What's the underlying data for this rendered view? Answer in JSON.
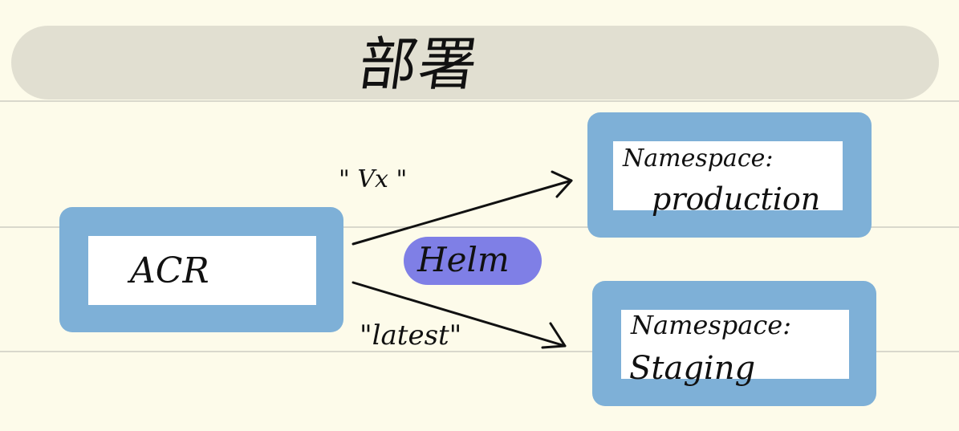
{
  "header": {
    "title": "部署"
  },
  "source": {
    "label": "ACR"
  },
  "targets": [
    {
      "label_line1": "Namespace:",
      "label_line2": "production"
    },
    {
      "label_line1": "Namespace:",
      "label_line2": "Staging"
    }
  ],
  "edges": [
    {
      "label": "\" Vx \""
    },
    {
      "label": "\"latest\""
    }
  ],
  "tool": {
    "label": "Helm"
  },
  "colors": {
    "paper": "#fdfbea",
    "header_bar": "#e1dfd1",
    "box_frame": "#7eb0d7",
    "helm_pill": "#7f7fe6",
    "ink": "#111111"
  }
}
